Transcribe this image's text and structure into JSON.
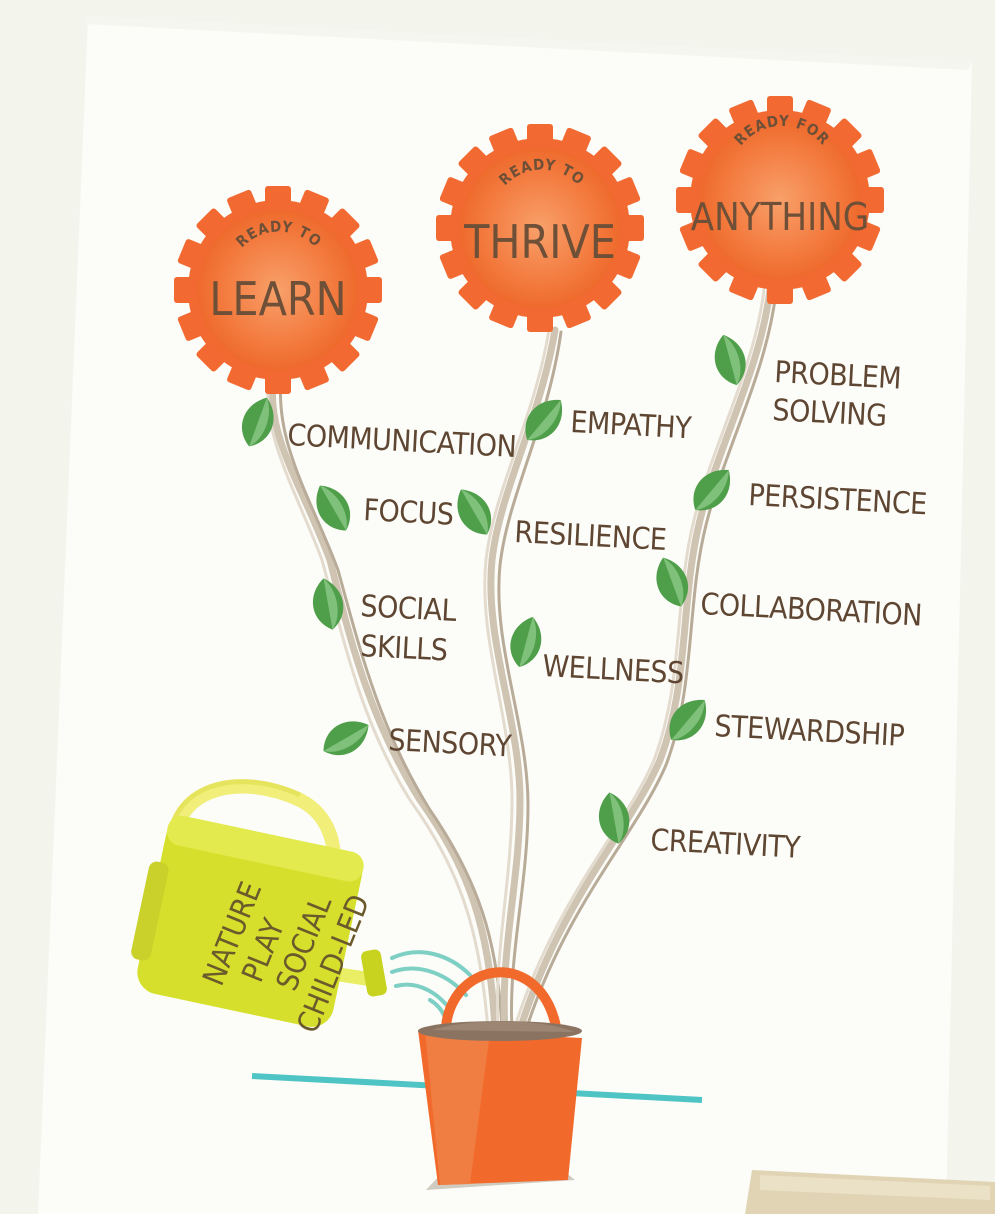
{
  "flowers": [
    {
      "id": "learn",
      "top": "READY TO",
      "main": "LEARN",
      "skills": [
        "COMMUNICATION",
        "FOCUS",
        "SOCIAL",
        "SKILLS",
        "SENSORY"
      ]
    },
    {
      "id": "thrive",
      "top": "READY TO",
      "main": "THRIVE",
      "skills": [
        "EMPATHY",
        "RESILIENCE",
        "WELLNESS"
      ]
    },
    {
      "id": "anything",
      "top": "READY FOR",
      "main": "ANYTHING",
      "skills": [
        "PROBLEM",
        "SOLVING",
        "PERSISTENCE",
        "COLLABORATION",
        "STEWARDSHIP",
        "CREATIVITY"
      ]
    }
  ],
  "watering_can": [
    "NATURE",
    "PLAY",
    "SOCIAL",
    "CHILD-LED"
  ],
  "colors": {
    "petal": "#f26a32",
    "petal_inner": "#f5884d",
    "leaf": "#4e9e4a",
    "leaf_light": "#7fc07a",
    "stem": "#cfc3b2",
    "bucket": "#f26a2b",
    "can": "#d6e02c",
    "water": "#7ecfc4",
    "ground": "#4fc4c4",
    "text": "#5e4632"
  },
  "icons": [
    "gear-flower-icon",
    "leaf-icon",
    "watering-can-icon",
    "bucket-icon"
  ]
}
